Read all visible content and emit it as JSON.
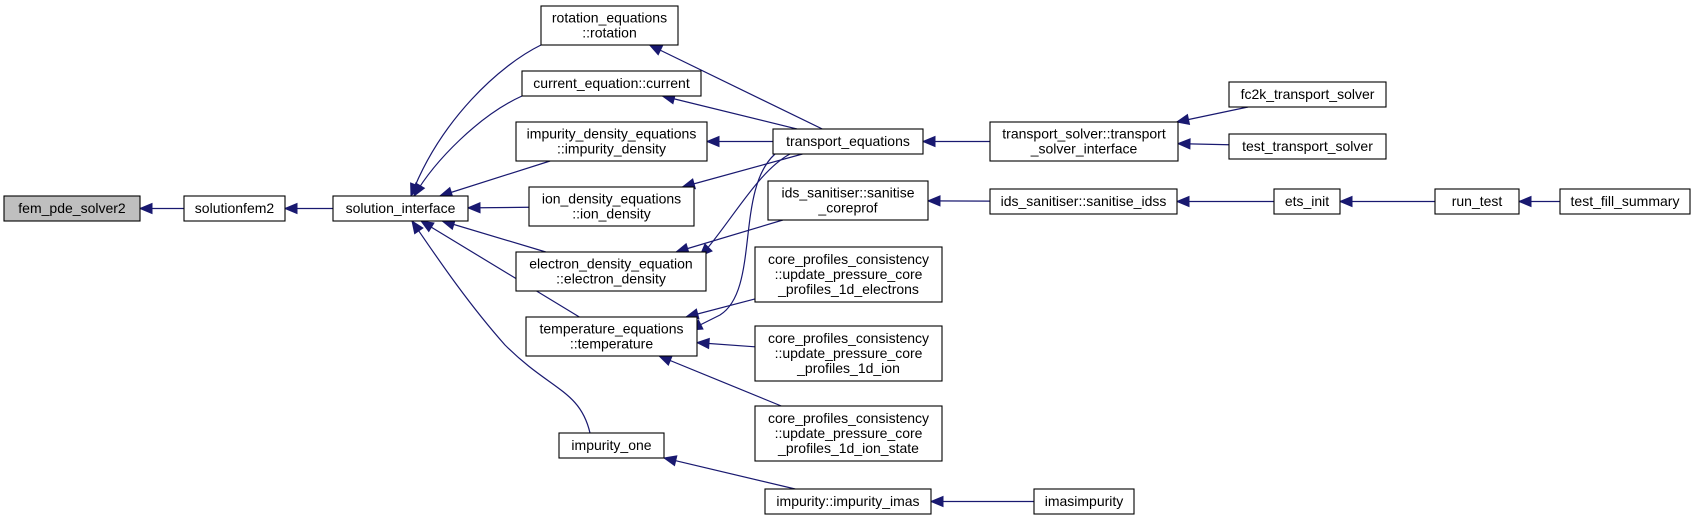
{
  "graph": {
    "nodes": [
      {
        "id": "fem_pde_solver2",
        "lines": [
          "fem_pde_solver2"
        ],
        "highlight": true
      },
      {
        "id": "solutionfem2",
        "lines": [
          "solutionfem2"
        ]
      },
      {
        "id": "solution_interface",
        "lines": [
          "solution_interface"
        ]
      },
      {
        "id": "rotation",
        "lines": [
          "rotation_equations",
          "::rotation"
        ]
      },
      {
        "id": "current",
        "lines": [
          "current_equation::current"
        ]
      },
      {
        "id": "impurity_density",
        "lines": [
          "impurity_density_equations",
          "::impurity_density"
        ]
      },
      {
        "id": "ion_density",
        "lines": [
          "ion_density_equations",
          "::ion_density"
        ]
      },
      {
        "id": "electron_density",
        "lines": [
          "electron_density_equation",
          "::electron_density"
        ]
      },
      {
        "id": "temperature",
        "lines": [
          "temperature_equations",
          "::temperature"
        ]
      },
      {
        "id": "impurity_one",
        "lines": [
          "impurity_one"
        ]
      },
      {
        "id": "transport_equations",
        "lines": [
          "transport_equations"
        ]
      },
      {
        "id": "sanitise_coreprof",
        "lines": [
          "ids_sanitiser::sanitise",
          "_coreprof"
        ]
      },
      {
        "id": "upd_electrons",
        "lines": [
          "core_profiles_consistency",
          "::update_pressure_core",
          "_profiles_1d_electrons"
        ]
      },
      {
        "id": "upd_ion",
        "lines": [
          "core_profiles_consistency",
          "::update_pressure_core",
          "_profiles_1d_ion"
        ]
      },
      {
        "id": "upd_ion_state",
        "lines": [
          "core_profiles_consistency",
          "::update_pressure_core",
          "_profiles_1d_ion_state"
        ]
      },
      {
        "id": "impurity_imas",
        "lines": [
          "impurity::impurity_imas"
        ]
      },
      {
        "id": "transport_solver_interface",
        "lines": [
          "transport_solver::transport",
          "_solver_interface"
        ]
      },
      {
        "id": "sanitise_idss",
        "lines": [
          "ids_sanitiser::sanitise_idss"
        ]
      },
      {
        "id": "imasimpurity",
        "lines": [
          "imasimpurity"
        ]
      },
      {
        "id": "fc2k_transport_solver",
        "lines": [
          "fc2k_transport_solver"
        ]
      },
      {
        "id": "test_transport_solver",
        "lines": [
          "test_transport_solver"
        ]
      },
      {
        "id": "ets_init",
        "lines": [
          "ets_init"
        ]
      },
      {
        "id": "run_test",
        "lines": [
          "run_test"
        ]
      },
      {
        "id": "test_fill_summary",
        "lines": [
          "test_fill_summary"
        ]
      }
    ],
    "edges": [
      {
        "from": "solutionfem2",
        "to": "fem_pde_solver2"
      },
      {
        "from": "solution_interface",
        "to": "solutionfem2"
      },
      {
        "from": "rotation",
        "to": "solution_interface"
      },
      {
        "from": "current",
        "to": "solution_interface"
      },
      {
        "from": "impurity_density",
        "to": "solution_interface"
      },
      {
        "from": "ion_density",
        "to": "solution_interface"
      },
      {
        "from": "electron_density",
        "to": "solution_interface"
      },
      {
        "from": "temperature",
        "to": "solution_interface"
      },
      {
        "from": "impurity_one",
        "to": "solution_interface"
      },
      {
        "from": "transport_equations",
        "to": "rotation"
      },
      {
        "from": "transport_equations",
        "to": "current"
      },
      {
        "from": "transport_equations",
        "to": "impurity_density"
      },
      {
        "from": "transport_equations",
        "to": "ion_density"
      },
      {
        "from": "transport_equations",
        "to": "electron_density"
      },
      {
        "from": "transport_equations",
        "to": "temperature"
      },
      {
        "from": "sanitise_coreprof",
        "to": "electron_density"
      },
      {
        "from": "upd_electrons",
        "to": "temperature"
      },
      {
        "from": "upd_ion",
        "to": "temperature"
      },
      {
        "from": "upd_ion_state",
        "to": "temperature"
      },
      {
        "from": "impurity_imas",
        "to": "impurity_one"
      },
      {
        "from": "transport_solver_interface",
        "to": "transport_equations"
      },
      {
        "from": "sanitise_idss",
        "to": "sanitise_coreprof"
      },
      {
        "from": "imasimpurity",
        "to": "impurity_imas"
      },
      {
        "from": "fc2k_transport_solver",
        "to": "transport_solver_interface"
      },
      {
        "from": "test_transport_solver",
        "to": "transport_solver_interface"
      },
      {
        "from": "ets_init",
        "to": "sanitise_idss"
      },
      {
        "from": "run_test",
        "to": "ets_init"
      },
      {
        "from": "test_fill_summary",
        "to": "run_test"
      }
    ]
  }
}
